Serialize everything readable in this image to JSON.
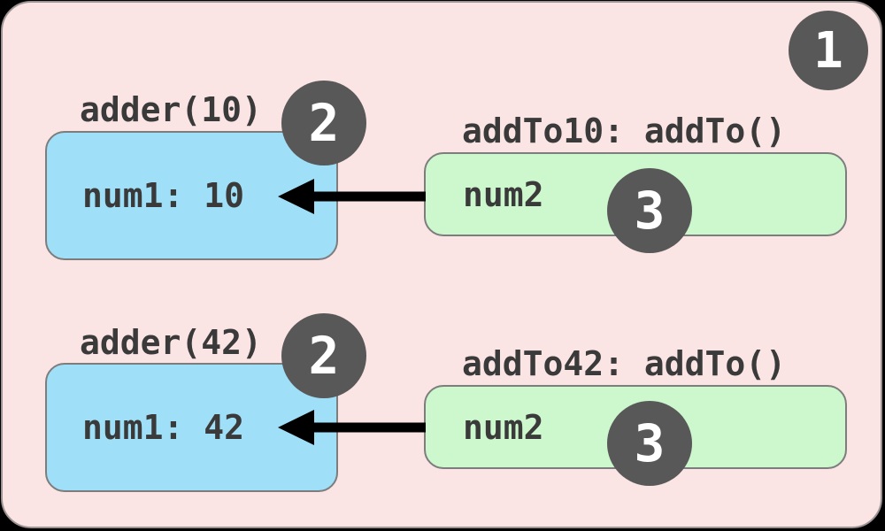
{
  "diagram": {
    "type": "closure-scope-diagram",
    "badges": {
      "global": "1",
      "function_scope": "2",
      "closure": "3"
    },
    "rows": [
      {
        "scope_label": "adder(10)",
        "scope_variable": "num1: 10",
        "closure_label": "addTo10: addTo()",
        "closure_variable": "num2"
      },
      {
        "scope_label": "adder(42)",
        "scope_variable": "num1: 42",
        "closure_label": "addTo42: addTo()",
        "closure_variable": "num2"
      }
    ]
  },
  "colors": {
    "page_bg": "#000000",
    "container_bg": "#fbe4e4",
    "container_border": "#9c9393",
    "scope_bg": "#9fdff7",
    "closure_bg": "#cdf7cd",
    "box_border": "#7d7d7d",
    "badge_bg": "#585858",
    "badge_text": "#ffffff",
    "label_text": "#3a3a3a",
    "arrow": "#000000"
  }
}
